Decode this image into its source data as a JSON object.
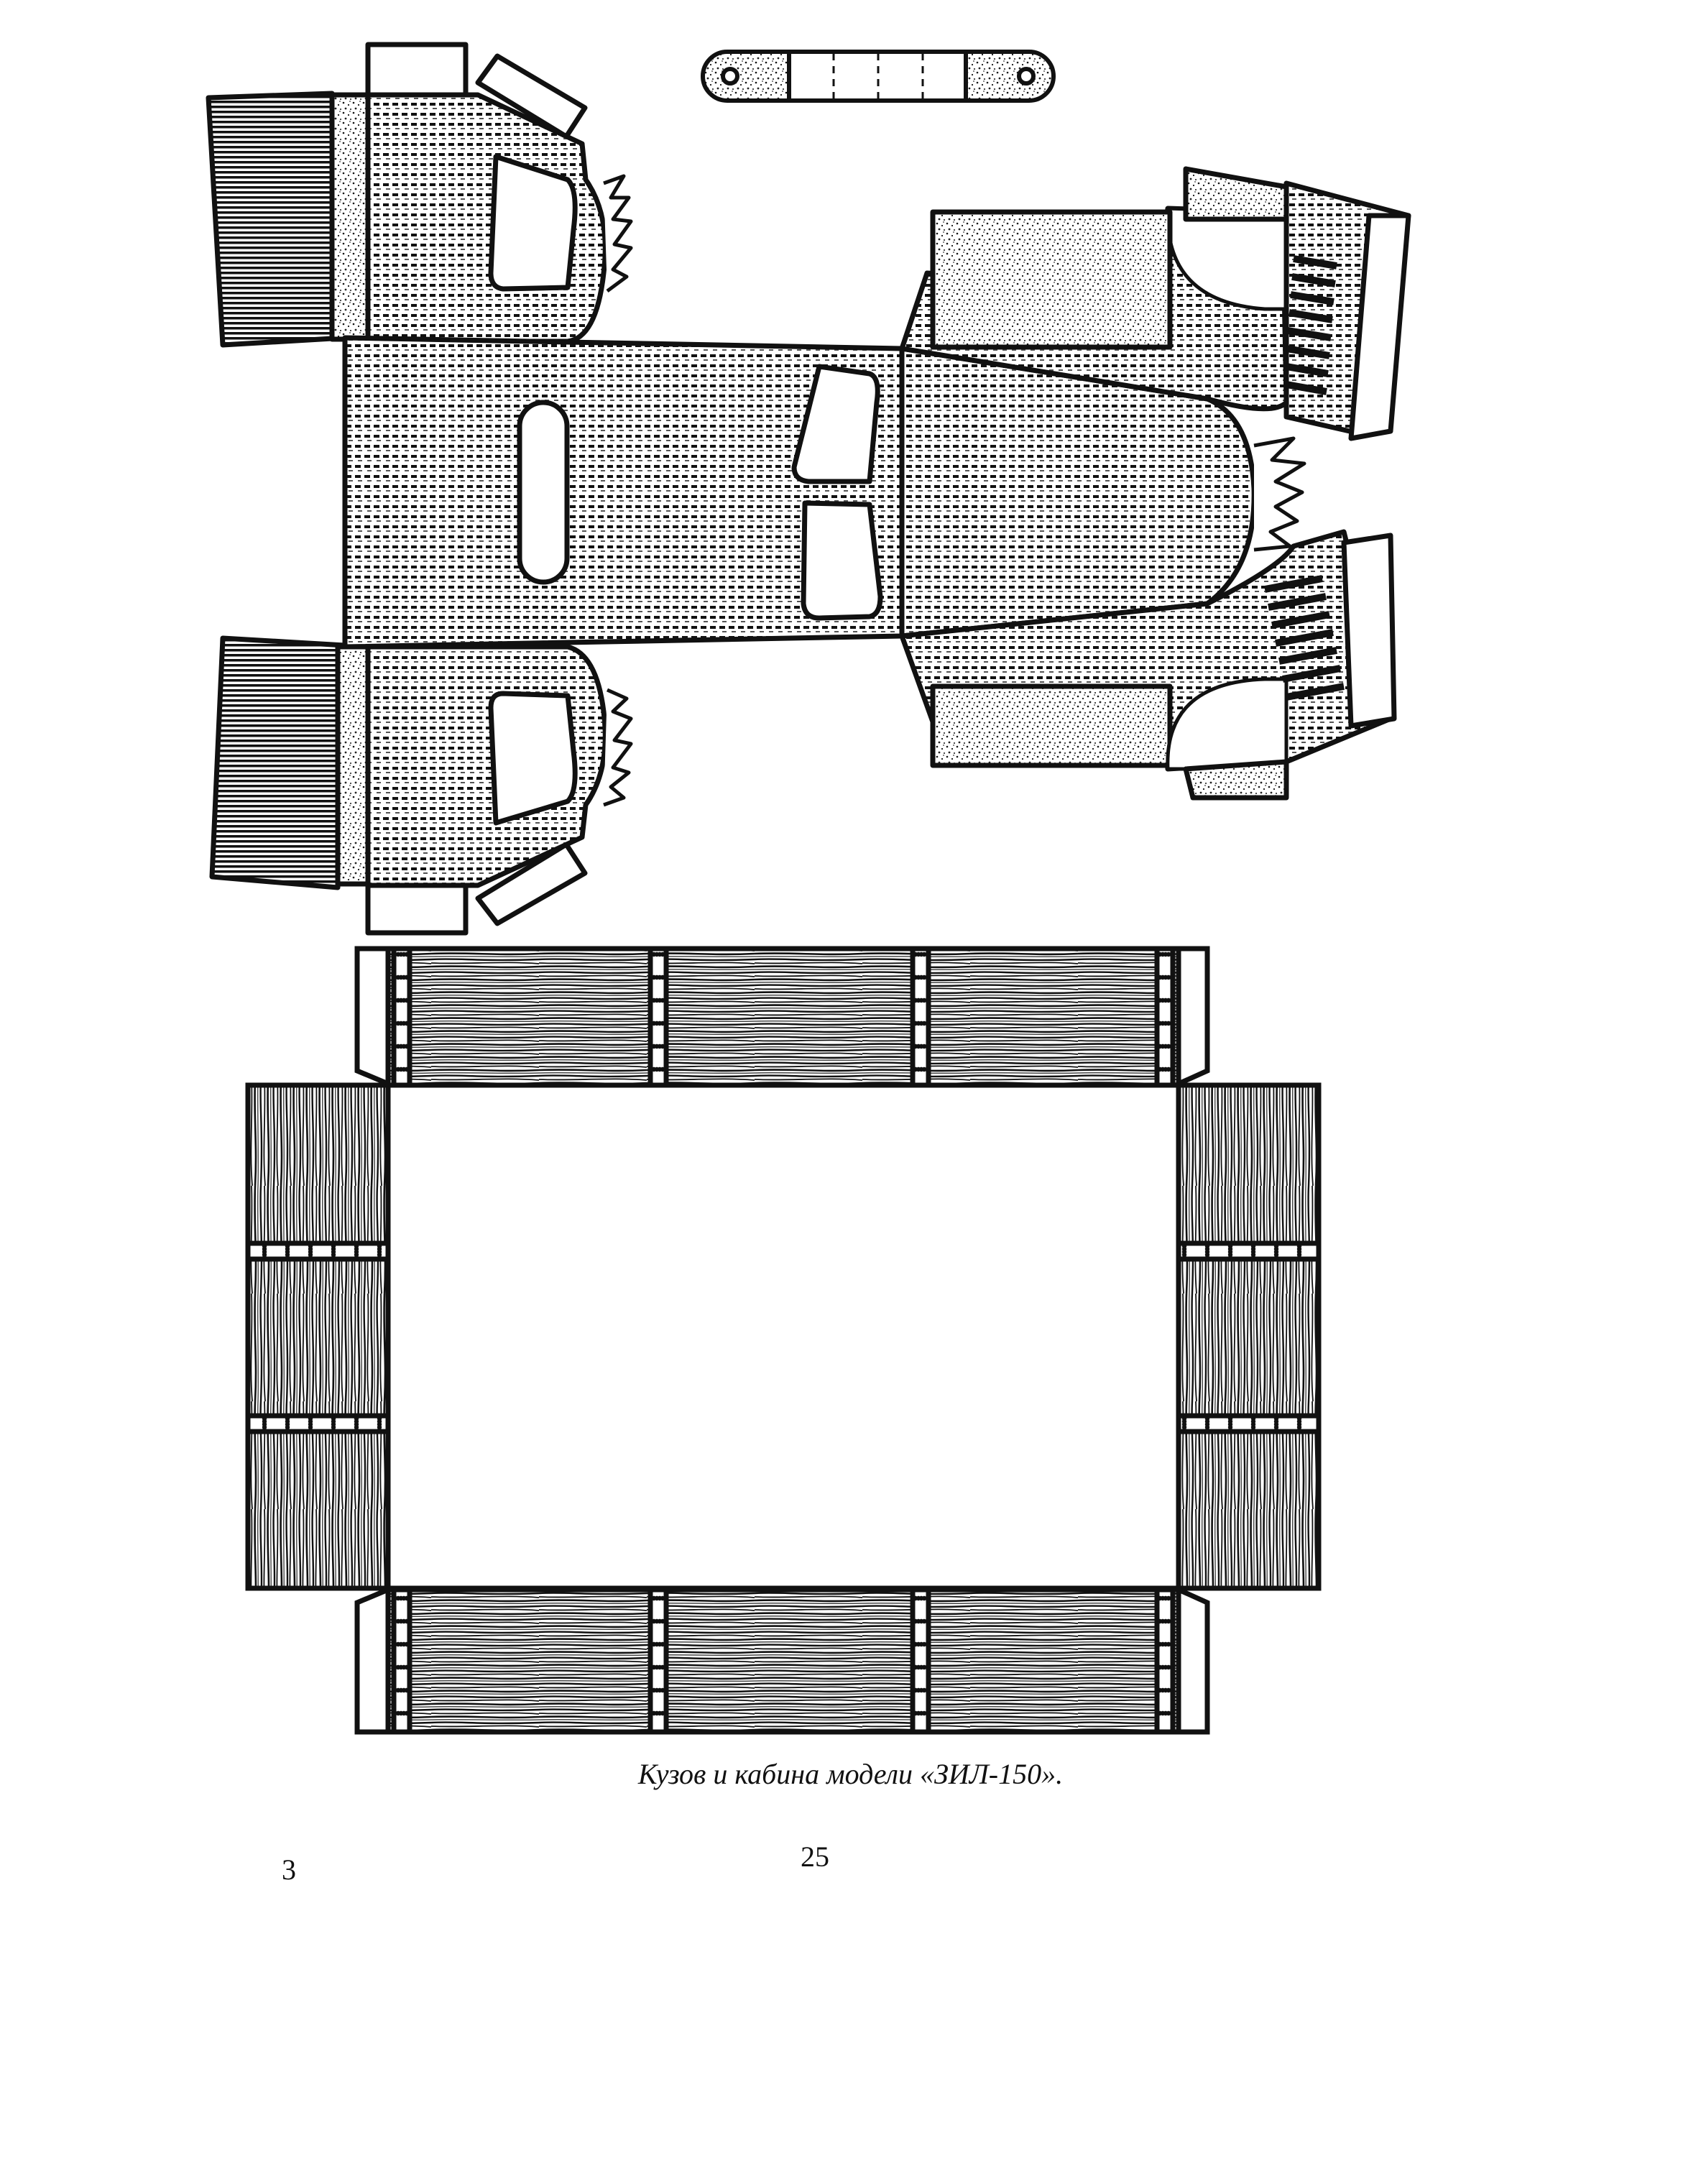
{
  "caption": "Кузов и кабина модели «ЗИЛ-150».",
  "signature_mark": "3",
  "page_number": "25",
  "colors": {
    "ink": "#111111",
    "paper": "#ffffff",
    "tone": "#555555"
  }
}
